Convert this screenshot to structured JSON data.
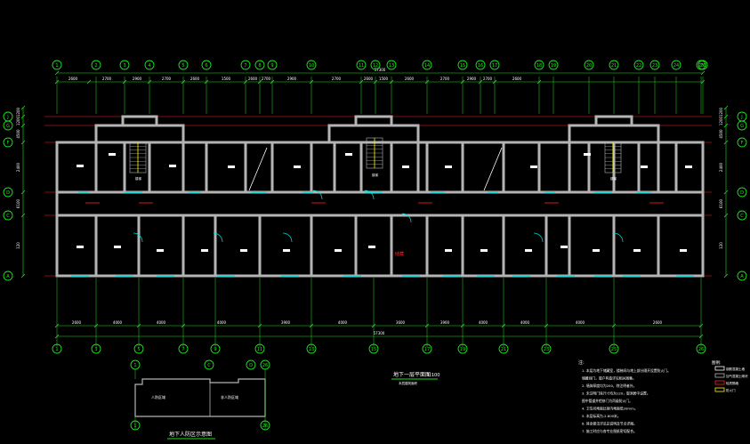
{
  "colors": {
    "background": "#000000",
    "wall": "#b4b4b4",
    "axis_red": "#ff2020",
    "dimension_green": "#20e020",
    "text_white": "#ffffff",
    "window_cyan": "#00e0e0",
    "text_yellow": "#ffff00"
  },
  "top_axes": [
    "1",
    "2",
    "3",
    "4",
    "5",
    "6",
    "7",
    "8",
    "9",
    "10",
    "11",
    "12",
    "13",
    "14",
    "15",
    "16",
    "17",
    "18",
    "19",
    "20",
    "21",
    "22",
    "23",
    "24",
    "25",
    "26"
  ],
  "bottom_axes": [
    "1",
    "3",
    "5",
    "7",
    "9",
    "11",
    "13",
    "15",
    "17",
    "19",
    "21",
    "23",
    "25",
    "26"
  ],
  "left_axes": [
    "J",
    "G",
    "F",
    "D",
    "C",
    "A"
  ],
  "right_axes": [
    "J",
    "G",
    "F",
    "D",
    "C",
    "A"
  ],
  "top_overall_dim": "57300",
  "bottom_overall_dim": "57300",
  "top_segment_dims": [
    "2600",
    "2700",
    "2900",
    "2700",
    "2600",
    "1500",
    "2600",
    "2700",
    "2900",
    "2700",
    "2600",
    "1500",
    "2600",
    "2700",
    "2900",
    "2700",
    "2600"
  ],
  "bottom_segment_dims": [
    "2600",
    "4000",
    "4000",
    "4000",
    "3900",
    "4000",
    "3600",
    "3900",
    "4000",
    "4000",
    "4000",
    "2600"
  ],
  "left_vertical_dims": [
    "1200",
    "1200",
    "4500",
    "2400",
    "6100",
    "120"
  ],
  "plan_title": "地下一层平面图",
  "plan_scale": "1:100",
  "plan_subtitle": "本层建筑面积",
  "room_red_label": "储藏",
  "stair_label": "楼梯",
  "key_plan_title": "地下人防区示意图",
  "key_plan_axes": [
    "1",
    "26",
    "C",
    "D"
  ],
  "key_plan_zone_labels": [
    "人防区域",
    "非人防区域"
  ],
  "notes_heading": "注:",
  "notes": [
    "1. 本层为地下储藏室，楼梯间与地上部分隔开设置防火门。",
    "   储藏间门，窗户构造详见相关图集。",
    "2. 墙体厚度均为200，除注明者外。",
    "3. 未注明门垛尺寸均为120，窗洞居中设置。",
    "   图中管道井检修门为丙级防火门。",
    "4. 卫生间地面比室内地面低20mm。",
    "5. 本层标高为-2.600米。",
    "6. 其余做法详见总说明及节点详图。",
    "7. 施工时应与各专业图纸密切配合。"
  ],
  "legend_heading": "图例:",
  "legend_items": [
    "钢筋混凝土墙",
    "加气混凝土砌块",
    "轻质隔墙",
    "防火门"
  ]
}
